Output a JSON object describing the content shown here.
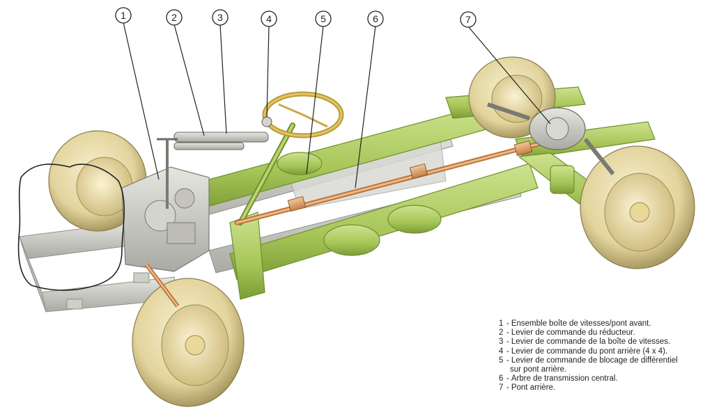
{
  "callouts": [
    {
      "number": "1"
    },
    {
      "number": "2"
    },
    {
      "number": "3"
    },
    {
      "number": "4"
    },
    {
      "number": "5"
    },
    {
      "number": "6"
    },
    {
      "number": "7"
    }
  ],
  "legend": [
    {
      "number": "1",
      "separator": "-",
      "text": "Ensemble boîte de vitesses/pont avant."
    },
    {
      "number": "2",
      "separator": "-",
      "text": "Levier de commande du réducteur."
    },
    {
      "number": "3",
      "separator": "-",
      "text": "Levier de commande de la boîte de vitesses."
    },
    {
      "number": "4",
      "separator": "-",
      "text": "Levier de commande du pont arrière (4 x 4)."
    },
    {
      "number": "5",
      "separator": "-",
      "text": "Levier de commande de blocage de différentiel",
      "continuation": "sur pont arrière."
    },
    {
      "number": "6",
      "separator": "-",
      "text": "Arbre de transmission central."
    },
    {
      "number": "7",
      "separator": "-",
      "text": "Pont arrière."
    }
  ],
  "colors": {
    "frame_green": "#a9c95a",
    "frame_dark": "#6f8f2e",
    "tire_cream": "#ece0b0",
    "tire_shade": "#b9a872",
    "rim": "#d8c78a",
    "engine_grey": "#c6c6c2",
    "shaft_orange": "#e4a36a",
    "wheel_gold": "#d9bd5c"
  }
}
